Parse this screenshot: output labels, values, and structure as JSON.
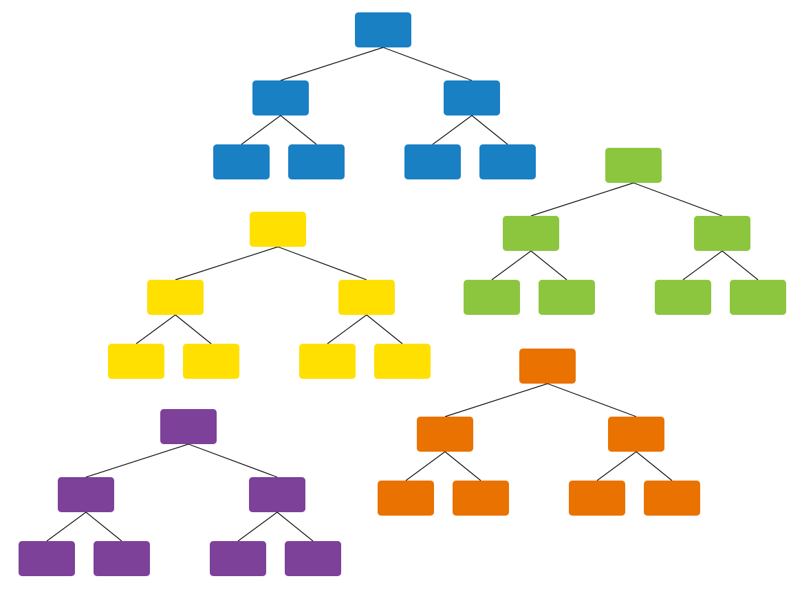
{
  "trees": [
    {
      "id": "blue",
      "color": "#1a80c4"
    },
    {
      "id": "green",
      "color": "#8cc63f"
    },
    {
      "id": "yellow",
      "color": "#ffe000"
    },
    {
      "id": "orange",
      "color": "#e97200"
    },
    {
      "id": "purple",
      "color": "#7d4199"
    }
  ],
  "connector_color": "#000000"
}
